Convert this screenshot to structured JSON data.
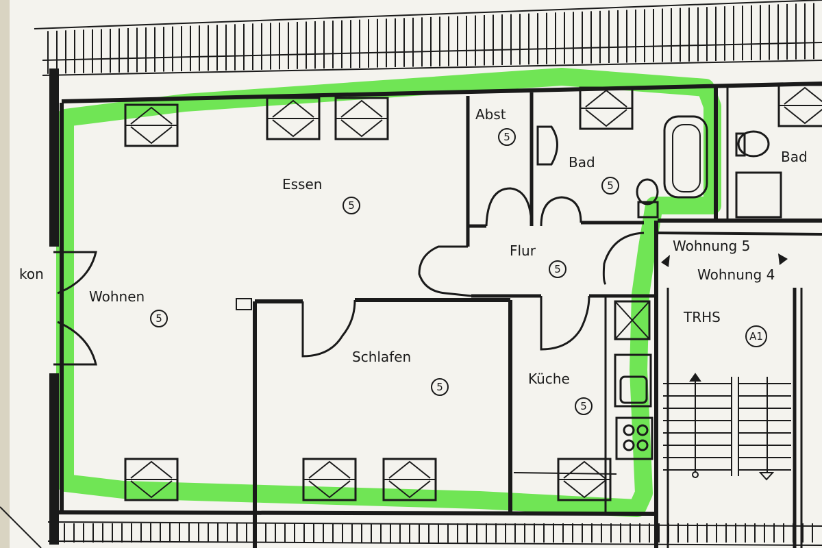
{
  "plan": {
    "rooms": [
      {
        "id": "essen",
        "label": "Essen",
        "marker": "5"
      },
      {
        "id": "wohnen",
        "label": "Wohnen",
        "marker": "5"
      },
      {
        "id": "abst",
        "label": "Abst",
        "marker": "5"
      },
      {
        "id": "bad",
        "label": "Bad",
        "marker": "5"
      },
      {
        "id": "flur",
        "label": "Flur",
        "marker": "5"
      },
      {
        "id": "schlafen",
        "label": "Schlafen",
        "marker": "5"
      },
      {
        "id": "kueche",
        "label": "Küche",
        "marker": "5"
      },
      {
        "id": "trhs",
        "label": "TRHS",
        "marker": "A1"
      }
    ],
    "neighbor": {
      "bad_label": "Bad",
      "balkon_fragment": "kon"
    },
    "apartments": {
      "left": "Wohnung 5",
      "right": "Wohnung 4"
    },
    "colors": {
      "outline": "#58e23a",
      "lines": "#1a1a1a",
      "paper": "#f4f3ee"
    }
  }
}
